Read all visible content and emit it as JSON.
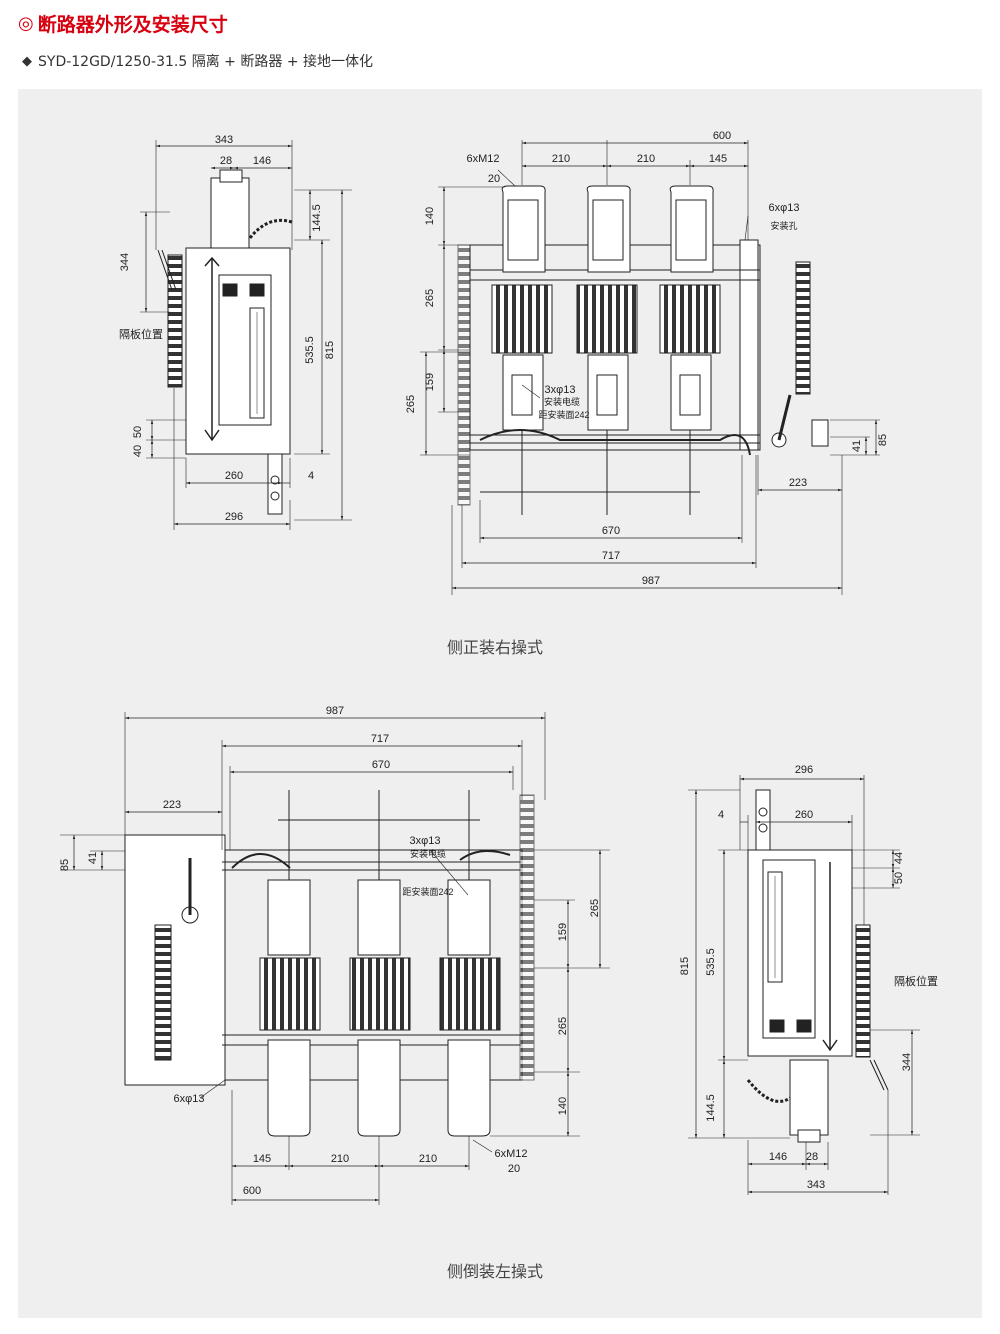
{
  "header": {
    "title": "断路器外形及安装尺寸",
    "subtitle": "SYD-12GD/1250-31.5 隔离 + 断路器 + 接地一体化",
    "accent_color": "#d7000f"
  },
  "top_left_view": {
    "dims": {
      "w343": "343",
      "w28": "28",
      "w146": "146",
      "h144_5": "144.5",
      "h344": "344",
      "h535_5": "535.5",
      "h815": "815",
      "h50": "50",
      "h40": "40",
      "w260": "260",
      "w4": "4",
      "w296": "296"
    },
    "label_partition": "隔板位置"
  },
  "top_right_view": {
    "dims": {
      "w600": "600",
      "m12": "6xM12",
      "w210a": "210",
      "w210b": "210",
      "w145": "145",
      "d20": "20",
      "h140": "140",
      "hole13": "6xφ13",
      "hole_label": "安装孔",
      "h265a": "265",
      "h159": "159",
      "h265b": "265",
      "cable": "3xφ13",
      "cable_label": "安装电缆",
      "dist": "距安装面242",
      "h41": "41",
      "h85": "85",
      "w223": "223",
      "w670": "670",
      "w717": "717",
      "w987": "987"
    }
  },
  "caption_top": "侧正装右操式",
  "bottom_left_view": {
    "dims": {
      "w987": "987",
      "w717": "717",
      "w670": "670",
      "w223": "223",
      "h85": "85",
      "h41": "41",
      "cable": "3xφ13",
      "cable_label": "安装电缆",
      "dist": "距安装面242",
      "h265a": "265",
      "h159": "159",
      "h265b": "265",
      "h140": "140",
      "hole13": "6xφ13",
      "w145": "145",
      "w210a": "210",
      "w210b": "210",
      "m12": "6xM12",
      "d20": "20",
      "w600": "600"
    }
  },
  "bottom_right_view": {
    "dims": {
      "w296": "296",
      "w4": "4",
      "w260": "260",
      "h44": "44",
      "h50": "50",
      "h815": "815",
      "h535_5": "535.5",
      "h344": "344",
      "h144_5": "144.5",
      "w146": "146",
      "w28": "28",
      "w343": "343"
    },
    "label_partition": "隔板位置"
  },
  "caption_bottom": "侧倒装左操式"
}
